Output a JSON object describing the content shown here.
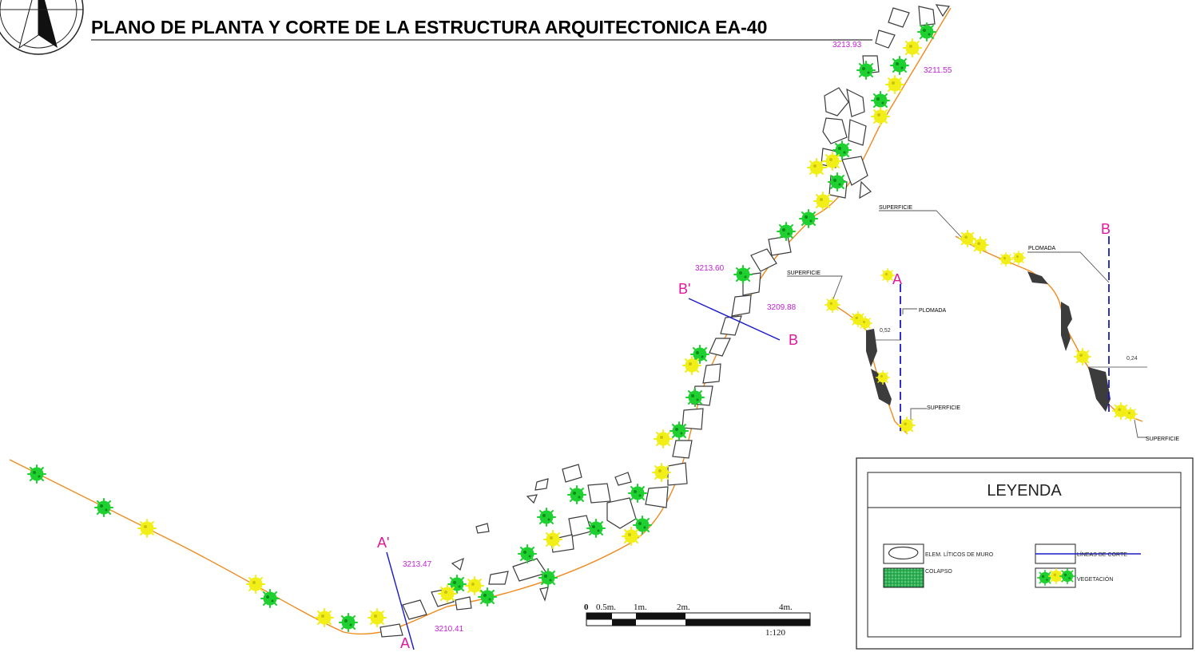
{
  "title": "PLANO DE PLANTA Y CORTE DE LA ESTRUCTURA ARQUITECTONICA EA-40",
  "elevations": [
    "3213.93",
    "3211.55",
    "3213.60",
    "3209.88",
    "3213.47",
    "3210.41"
  ],
  "cut_lines": {
    "a_prime": "A'",
    "a": "A",
    "b_prime": "B'",
    "b": "B"
  },
  "section_a": {
    "label": "A",
    "superficie_top": "SUPERFICIE",
    "plomada": "PLOMADA",
    "dimension": "0,52",
    "superficie_bottom": "SUPERFICIE"
  },
  "section_b": {
    "label": "B",
    "superficie_top": "SUPERFICIE",
    "plomada": "PLOMADA",
    "dimension": "0,24",
    "superficie_bottom": "SUPERFICIE"
  },
  "scale_bar": {
    "labels": [
      "0",
      "0.5m.",
      "1m.",
      "2m.",
      "4m."
    ],
    "ratio": "1:120"
  },
  "legend": {
    "title": "LEYENDA",
    "items": [
      {
        "label": "ELEM. LÍTICOS DE MURO",
        "icon": "stone-symbol"
      },
      {
        "label": "LÍNEAS DE CORTE",
        "icon": "cut-line-symbol"
      },
      {
        "label": "COLAPSO",
        "icon": "collapse-hatch-symbol"
      },
      {
        "label": "VEGETACIÓN",
        "icon": "vegetation-symbol"
      }
    ]
  },
  "colors": {
    "profile_line": "#f08a1c",
    "cut_line": "#1a1acc",
    "elevation_text": "#c21fd6",
    "cut_label": "#e0189a",
    "vegetation_green": "#1ed030",
    "vegetation_yellow": "#f2ee17",
    "section_fill": "#3c3c3c"
  }
}
